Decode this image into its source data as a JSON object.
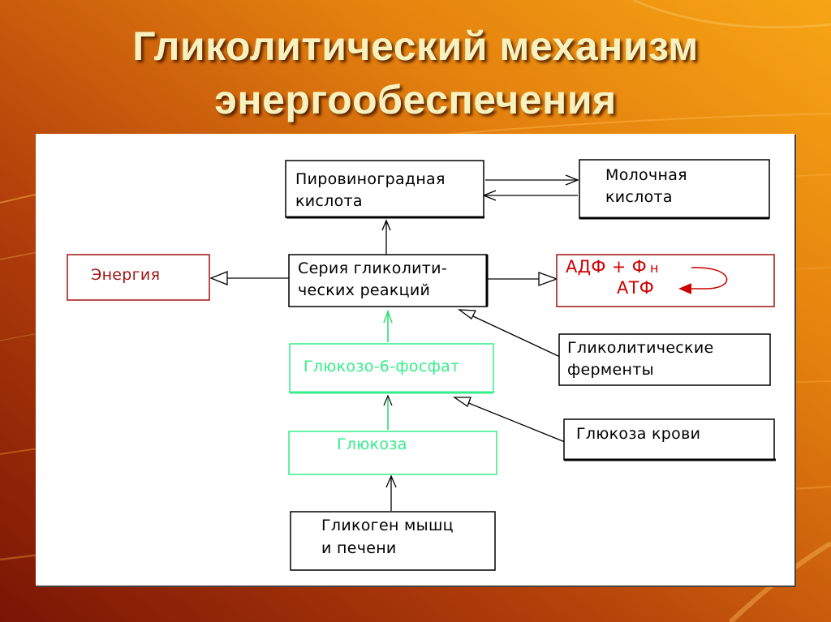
{
  "slide": {
    "title_line_1": "Гликолитический механизм",
    "title_line_2": "энергообеспечения"
  },
  "diagram": {
    "pyruvic": [
      "Пировиноградная",
      "кислота"
    ],
    "lactic": [
      "Молочная",
      "кислота"
    ],
    "series": [
      "Серия гликолити-",
      "ческих реакций"
    ],
    "energy": "Энергия",
    "atp_line_1": "АДФ + Ф",
    "atp_subscript": "н",
    "atp_line_2": "АТФ",
    "enzymes": [
      "Гликолитические",
      "ферменты"
    ],
    "g6p": "Глюкозо-6-фосфат",
    "glucose": "Глюкоза",
    "blood_glucose": "Глюкоза крови",
    "glycogen": [
      "Гликоген мышц",
      "и печени"
    ]
  },
  "colors": {
    "background_dark": "#8b1d06",
    "background_light": "#f39a10",
    "title_text": "#f6f1bf",
    "black_box": "#000000",
    "red_box": "#a01414",
    "green_box": "#33ee88",
    "panel": "#ffffff"
  }
}
